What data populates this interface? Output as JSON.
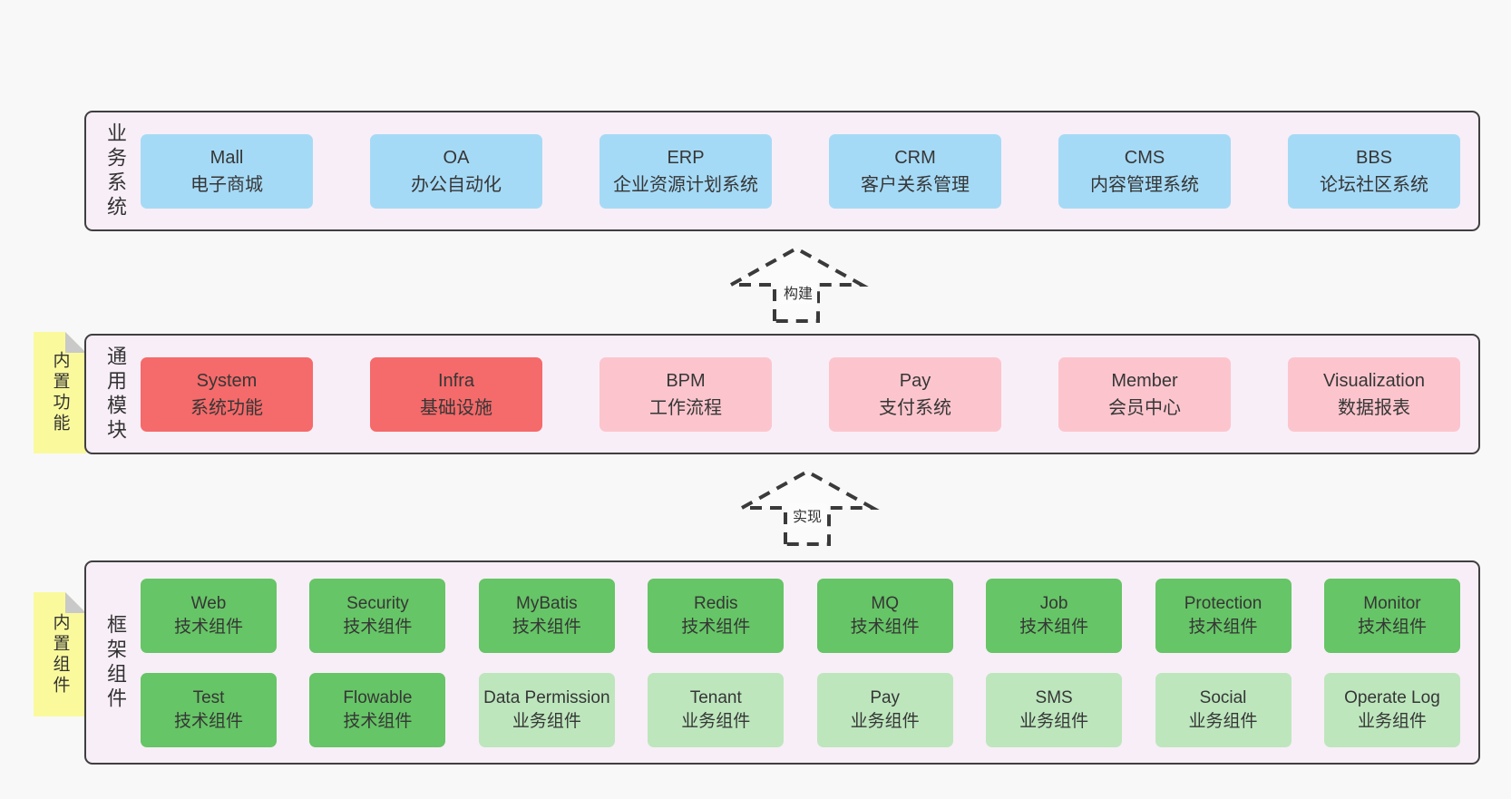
{
  "palette": {
    "page_bg": "#f8f8f8",
    "band_bg": "#f8eef7",
    "band_border": "#3f3f3f",
    "blue_box": "#a5daf6",
    "red_box": "#f56a6a",
    "pink_box": "#fcc5cd",
    "green_box": "#66c566",
    "light_green_box": "#bde6bd",
    "note_yellow": "#fafa9d",
    "note_fold_gray": "#c9c9c9",
    "text": "#363636"
  },
  "bands": {
    "business": {
      "label": "业务系统",
      "boxes": [
        {
          "title": "Mall",
          "subtitle": "电子商城"
        },
        {
          "title": "OA",
          "subtitle": "办公自动化"
        },
        {
          "title": "ERP",
          "subtitle": "企业资源计划系统"
        },
        {
          "title": "CRM",
          "subtitle": "客户关系管理"
        },
        {
          "title": "CMS",
          "subtitle": "内容管理系统"
        },
        {
          "title": "BBS",
          "subtitle": "论坛社区系统"
        }
      ]
    },
    "modules": {
      "label": "通用模块",
      "note": "内置功能",
      "boxes": [
        {
          "title": "System",
          "subtitle": "系统功能"
        },
        {
          "title": "Infra",
          "subtitle": "基础设施"
        },
        {
          "title": "BPM",
          "subtitle": "工作流程"
        },
        {
          "title": "Pay",
          "subtitle": "支付系统"
        },
        {
          "title": "Member",
          "subtitle": "会员中心"
        },
        {
          "title": "Visualization",
          "subtitle": "数据报表"
        }
      ]
    },
    "components": {
      "label": "框架组件",
      "note": "内置组件",
      "row1": [
        {
          "title": "Web",
          "subtitle": "技术组件"
        },
        {
          "title": "Security",
          "subtitle": "技术组件"
        },
        {
          "title": "MyBatis",
          "subtitle": "技术组件"
        },
        {
          "title": "Redis",
          "subtitle": "技术组件"
        },
        {
          "title": "MQ",
          "subtitle": "技术组件"
        },
        {
          "title": "Job",
          "subtitle": "技术组件"
        },
        {
          "title": "Protection",
          "subtitle": "技术组件"
        },
        {
          "title": "Monitor",
          "subtitle": "技术组件"
        }
      ],
      "row2": [
        {
          "title": "Test",
          "subtitle": "技术组件"
        },
        {
          "title": "Flowable",
          "subtitle": "技术组件"
        },
        {
          "title": "Data Permission",
          "subtitle": "业务组件"
        },
        {
          "title": "Tenant",
          "subtitle": "业务组件"
        },
        {
          "title": "Pay",
          "subtitle": "业务组件"
        },
        {
          "title": "SMS",
          "subtitle": "业务组件"
        },
        {
          "title": "Social",
          "subtitle": "业务组件"
        },
        {
          "title": "Operate Log",
          "subtitle": "业务组件"
        }
      ]
    }
  },
  "arrows": {
    "build": {
      "label": "构建"
    },
    "implement": {
      "label": "实现"
    }
  }
}
